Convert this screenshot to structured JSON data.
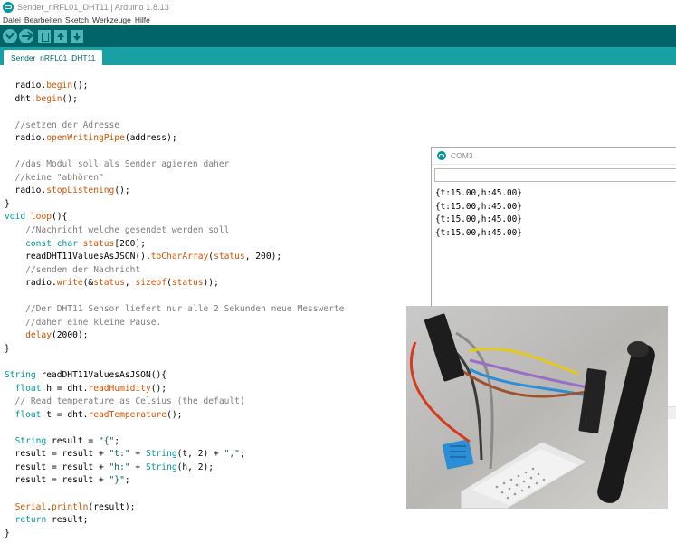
{
  "window": {
    "title": "Sender_nRFL01_DHT11 | Arduino 1.8.13"
  },
  "menu": {
    "items": [
      "Datei",
      "Bearbeiten",
      "Sketch",
      "Werkzeuge",
      "Hilfe"
    ]
  },
  "toolbar": {
    "buttons": [
      {
        "name": "verify-icon"
      },
      {
        "name": "upload-icon"
      },
      {
        "name": "new-icon"
      },
      {
        "name": "open-icon"
      },
      {
        "name": "save-icon"
      }
    ]
  },
  "tabs": {
    "active": "Sender_nRFL01_DHT11"
  },
  "editor": {
    "lines": [
      [
        {
          "t": "  radio.",
          "c": "plain"
        },
        {
          "t": "begin",
          "c": "fn"
        },
        {
          "t": "();",
          "c": "plain"
        }
      ],
      [
        {
          "t": "  dht.",
          "c": "plain"
        },
        {
          "t": "begin",
          "c": "fn"
        },
        {
          "t": "();",
          "c": "plain"
        }
      ],
      [
        {
          "t": "",
          "c": "plain"
        }
      ],
      [
        {
          "t": "  //setzen der Adresse",
          "c": "cm"
        }
      ],
      [
        {
          "t": "  radio.",
          "c": "plain"
        },
        {
          "t": "openWritingPipe",
          "c": "fn"
        },
        {
          "t": "(address);",
          "c": "plain"
        }
      ],
      [
        {
          "t": "",
          "c": "plain"
        }
      ],
      [
        {
          "t": "  //das Modul soll als Sender agieren daher",
          "c": "cm"
        }
      ],
      [
        {
          "t": "  //keine \"abhören\"",
          "c": "cm"
        }
      ],
      [
        {
          "t": "  radio.",
          "c": "plain"
        },
        {
          "t": "stopListening",
          "c": "fn"
        },
        {
          "t": "();",
          "c": "plain"
        }
      ],
      [
        {
          "t": "}",
          "c": "plain"
        }
      ],
      [
        {
          "t": "void",
          "c": "kw"
        },
        {
          "t": " ",
          "c": "plain"
        },
        {
          "t": "loop",
          "c": "fn"
        },
        {
          "t": "(){",
          "c": "plain"
        }
      ],
      [
        {
          "t": "    //Nachricht welche gesendet werden soll",
          "c": "cm"
        }
      ],
      [
        {
          "t": "    ",
          "c": "plain"
        },
        {
          "t": "const",
          "c": "kw"
        },
        {
          "t": " ",
          "c": "plain"
        },
        {
          "t": "char",
          "c": "kw"
        },
        {
          "t": " ",
          "c": "plain"
        },
        {
          "t": "status",
          "c": "fn"
        },
        {
          "t": "[200];",
          "c": "plain"
        }
      ],
      [
        {
          "t": "    readDHT11ValuesAsJSON().",
          "c": "plain"
        },
        {
          "t": "toCharArray",
          "c": "fn"
        },
        {
          "t": "(",
          "c": "plain"
        },
        {
          "t": "status",
          "c": "fn"
        },
        {
          "t": ", 200);",
          "c": "plain"
        }
      ],
      [
        {
          "t": "    //senden der Nachricht",
          "c": "cm"
        }
      ],
      [
        {
          "t": "    radio.",
          "c": "plain"
        },
        {
          "t": "write",
          "c": "fn"
        },
        {
          "t": "(&",
          "c": "plain"
        },
        {
          "t": "status",
          "c": "fn"
        },
        {
          "t": ", ",
          "c": "plain"
        },
        {
          "t": "sizeof",
          "c": "fn"
        },
        {
          "t": "(",
          "c": "plain"
        },
        {
          "t": "status",
          "c": "fn"
        },
        {
          "t": "));",
          "c": "plain"
        }
      ],
      [
        {
          "t": "",
          "c": "plain"
        }
      ],
      [
        {
          "t": "    //Der DHT11 Sensor liefert nur alle 2 Sekunden neue Messwerte",
          "c": "cm"
        }
      ],
      [
        {
          "t": "    //daher eine kleine Pause.",
          "c": "cm"
        }
      ],
      [
        {
          "t": "    ",
          "c": "plain"
        },
        {
          "t": "delay",
          "c": "fn"
        },
        {
          "t": "(2000);",
          "c": "plain"
        }
      ],
      [
        {
          "t": "}",
          "c": "plain"
        }
      ],
      [
        {
          "t": "",
          "c": "plain"
        }
      ],
      [
        {
          "t": "String",
          "c": "kw"
        },
        {
          "t": " readDHT11ValuesAsJSON(){",
          "c": "plain"
        }
      ],
      [
        {
          "t": "  ",
          "c": "plain"
        },
        {
          "t": "float",
          "c": "kw"
        },
        {
          "t": " h = dht.",
          "c": "plain"
        },
        {
          "t": "readHumidity",
          "c": "fn"
        },
        {
          "t": "();",
          "c": "plain"
        }
      ],
      [
        {
          "t": "  // Read temperature as Celsius (the default)",
          "c": "cm"
        }
      ],
      [
        {
          "t": "  ",
          "c": "plain"
        },
        {
          "t": "float",
          "c": "kw"
        },
        {
          "t": " t = dht.",
          "c": "plain"
        },
        {
          "t": "readTemperature",
          "c": "fn"
        },
        {
          "t": "();",
          "c": "plain"
        }
      ],
      [
        {
          "t": "",
          "c": "plain"
        }
      ],
      [
        {
          "t": "  ",
          "c": "plain"
        },
        {
          "t": "String",
          "c": "kw"
        },
        {
          "t": " result = ",
          "c": "plain"
        },
        {
          "t": "\"{\"",
          "c": "str"
        },
        {
          "t": ";",
          "c": "plain"
        }
      ],
      [
        {
          "t": "  result = result + ",
          "c": "plain"
        },
        {
          "t": "\"t:\"",
          "c": "str"
        },
        {
          "t": " + ",
          "c": "plain"
        },
        {
          "t": "String",
          "c": "kw"
        },
        {
          "t": "(t, 2) + ",
          "c": "plain"
        },
        {
          "t": "\",\"",
          "c": "str"
        },
        {
          "t": ";",
          "c": "plain"
        }
      ],
      [
        {
          "t": "  result = result + ",
          "c": "plain"
        },
        {
          "t": "\"h:\"",
          "c": "str"
        },
        {
          "t": " + ",
          "c": "plain"
        },
        {
          "t": "String",
          "c": "kw"
        },
        {
          "t": "(h, 2);",
          "c": "plain"
        }
      ],
      [
        {
          "t": "  result = result + ",
          "c": "plain"
        },
        {
          "t": "\"}\"",
          "c": "str"
        },
        {
          "t": ";",
          "c": "plain"
        }
      ],
      [
        {
          "t": "",
          "c": "plain"
        }
      ],
      [
        {
          "t": "  ",
          "c": "plain"
        },
        {
          "t": "Serial",
          "c": "fn"
        },
        {
          "t": ".",
          "c": "plain"
        },
        {
          "t": "println",
          "c": "fn"
        },
        {
          "t": "(result);",
          "c": "plain"
        }
      ],
      [
        {
          "t": "  ",
          "c": "plain"
        },
        {
          "t": "return",
          "c": "kw"
        },
        {
          "t": " result;",
          "c": "plain"
        }
      ],
      [
        {
          "t": "}",
          "c": "plain"
        }
      ]
    ]
  },
  "serial_monitor": {
    "title": "COM3",
    "input_value": "",
    "output": [
      "{t:15.00,h:45.00}",
      "{t:15.00,h:45.00}",
      "{t:15.00,h:45.00}",
      "{t:15.00,h:45.00}"
    ]
  },
  "photo": {
    "name": "breadboard-setup-photo"
  },
  "colors": {
    "toolbar": "#006468",
    "tabbar": "#17a1a5",
    "button": "#4db7bb",
    "keyword": "#00979c",
    "function": "#d35400",
    "comment": "#7e7e7e"
  }
}
